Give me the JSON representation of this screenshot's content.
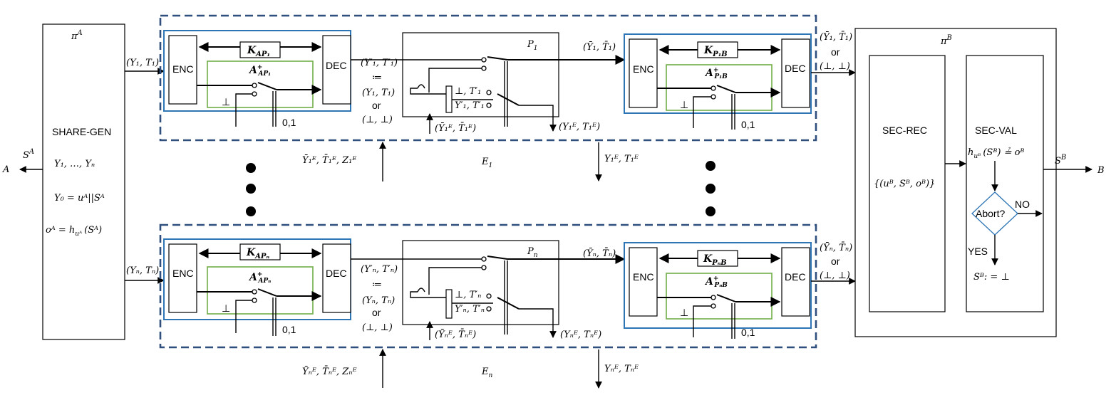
{
  "party_a": {
    "pi_label": "π",
    "pi_sup": "A",
    "share_gen": "SHARE-GEN",
    "shares_list": "Y₁, …, Yₙ",
    "y0_eq": "Y₀ = uᴬ||Sᴬ",
    "o_eq": "oᴬ = h",
    "o_sub": "uᴬ",
    "o_tail": "(Sᴬ)",
    "party_name": "A",
    "out_secret": "S",
    "out_secret_sup": "A",
    "row1_out": "(Y₁, T₁)",
    "rown_out": "(Yₙ, Tₙ)"
  },
  "channel_1": {
    "enc": "ENC",
    "dec": "DEC",
    "key": "K",
    "key_sub": "AP₁",
    "adv": "A",
    "adv_sup": "+",
    "adv_sub": "AP₁",
    "bot": "⊥",
    "bits": "0,1"
  },
  "channel_n": {
    "enc": "ENC",
    "dec": "DEC",
    "key": "K",
    "key_sub": "APₙ",
    "adv": "A",
    "adv_sup": "+",
    "adv_sub": "APₙ",
    "bot": "⊥",
    "bits": "0,1"
  },
  "channel_1b": {
    "enc": "ENC",
    "dec": "DEC",
    "key": "K",
    "key_sub": "P₁B",
    "adv": "A",
    "adv_sup": "+",
    "adv_sub": "P₁B",
    "bot": "⊥",
    "bits": "0,1"
  },
  "channel_nb": {
    "enc": "ENC",
    "dec": "DEC",
    "key": "K",
    "key_sub": "PₙB",
    "adv": "A",
    "adv_sup": "+",
    "adv_sub": "PₙB",
    "bot": "⊥",
    "bits": "0,1"
  },
  "relay_1": {
    "prime": "(Y′₁, T′₁)",
    "assign": "≔",
    "orig": "(Y₁, T₁)",
    "or": "or",
    "botpair": "(⊥, ⊥)",
    "party": "P",
    "party_sub": "1",
    "sw_top": "⊥, T′₁",
    "sw_bot": "Y′₁, T′₁",
    "in_e": "(Ȳ₁ᴱ, T̄₁ᴱ)",
    "out_e": "(Y₁ᴱ, T₁ᴱ)",
    "out_bar": "(Ȳ₁, T̄₁)"
  },
  "relay_n": {
    "prime": "(Y′ₙ, T′ₙ)",
    "assign": "≔",
    "orig": "(Yₙ, Tₙ)",
    "or": "or",
    "botpair": "(⊥, ⊥)",
    "party": "P",
    "party_sub": "n",
    "sw_top": "⊥, T′ₙ",
    "sw_bot": "Y′ₙ, T′ₙ",
    "in_e": "(Ȳₙᴱ, T̄ₙᴱ)",
    "out_e": "(Yₙᴱ, Tₙᴱ)",
    "out_bar": "(Ȳₙ, T̄ₙ)"
  },
  "env_1": {
    "name": "E",
    "name_sub": "1",
    "input": "Ȳ₁ᴱ, T̄₁ᴱ, Z₁ᴱ",
    "output": "Y₁ᴱ, T₁ᴱ"
  },
  "env_n": {
    "name": "E",
    "name_sub": "n",
    "input": "Ȳₙᴱ, T̄ₙᴱ, Zₙᴱ",
    "output": "Yₙᴱ, Tₙᴱ"
  },
  "to_b": {
    "row1_top": "(Ȳ₁, T̄₁)",
    "row1_or": "or",
    "row1_bot": "(⊥, ⊥)",
    "rown_top": "(Ȳₙ, T̄ₙ)",
    "rown_or": "or",
    "rown_bot": "(⊥, ⊥)"
  },
  "party_b": {
    "pi_label": "π",
    "pi_sup": "B",
    "sec_rec": "SEC-REC",
    "rec_set": "{(uᴮ, Sᴮ, oᴮ)}",
    "sec_val": "SEC-VAL",
    "val_h": "h",
    "val_sub": "uᴮ",
    "val_tail": "(Sᴮ) ≟ oᴮ",
    "abort": "Abort?",
    "no": "NO",
    "yes": "YES",
    "result": "Sᴮ: = ⊥",
    "party_name": "B",
    "out_secret": "S",
    "out_secret_sup": "B"
  }
}
